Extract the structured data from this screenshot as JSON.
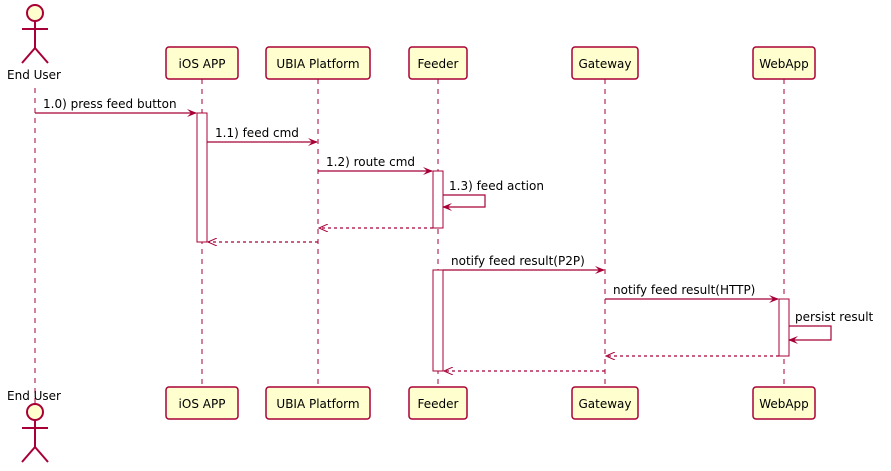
{
  "colors": {
    "box_fill": "#FEFECE",
    "box_border": "#A80036",
    "arrow": "#A80036",
    "lifeline": "#A80036",
    "activation_fill": "#FFFFFF",
    "text": "#000000"
  },
  "actor": {
    "label": "End User",
    "icon": "stick-figure-icon"
  },
  "participants": [
    {
      "id": "ios",
      "label": "iOS APP"
    },
    {
      "id": "ubia",
      "label": "UBIA Platform"
    },
    {
      "id": "feeder",
      "label": "Feeder"
    },
    {
      "id": "gateway",
      "label": "Gateway"
    },
    {
      "id": "webapp",
      "label": "WebApp"
    }
  ],
  "messages": [
    {
      "from": "user",
      "to": "ios",
      "label": "1.0) press feed button",
      "style": "solid"
    },
    {
      "from": "ios",
      "to": "ubia",
      "label": "1.1) feed cmd",
      "style": "solid"
    },
    {
      "from": "ubia",
      "to": "feeder",
      "label": "1.2) route cmd",
      "style": "solid"
    },
    {
      "from": "feeder",
      "to": "feeder",
      "label": "1.3) feed action",
      "style": "self"
    },
    {
      "from": "feeder",
      "to": "ubia",
      "label": "",
      "style": "dashed"
    },
    {
      "from": "ubia",
      "to": "ios",
      "label": "",
      "style": "dashed"
    },
    {
      "from": "feeder",
      "to": "gateway",
      "label": "notify feed result(P2P)",
      "style": "solid"
    },
    {
      "from": "gateway",
      "to": "webapp",
      "label": "notify feed result(HTTP)",
      "style": "solid"
    },
    {
      "from": "webapp",
      "to": "webapp",
      "label": "persist result",
      "style": "self"
    },
    {
      "from": "webapp",
      "to": "gateway",
      "label": "",
      "style": "dashed"
    },
    {
      "from": "gateway",
      "to": "feeder",
      "label": "",
      "style": "dashed"
    }
  ]
}
